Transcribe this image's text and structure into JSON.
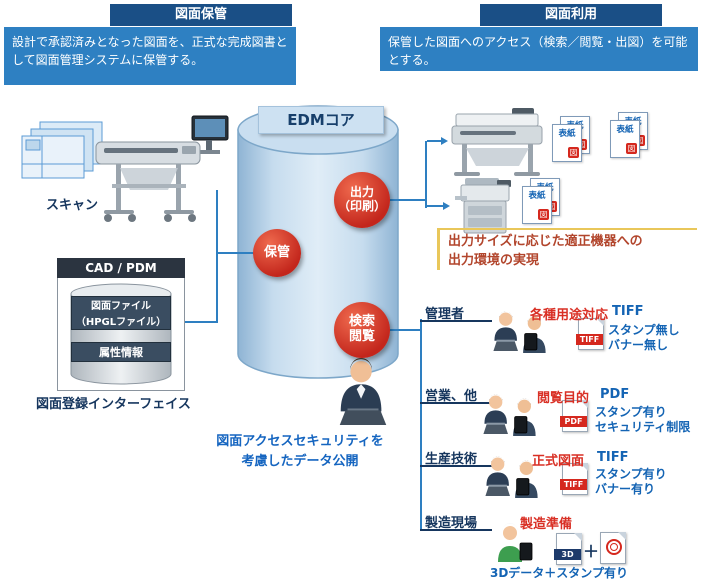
{
  "colors": {
    "header_bg": "#1a4f86",
    "description_bg": "#2e80c2",
    "node_red": "#c3261c",
    "line_blue": "#2e7fc1",
    "text_red": "#d93025",
    "text_blue": "#1464b4",
    "text_navy": "#16365e",
    "note_yellow": "#e9c75a",
    "cylinder_blue": "#c9def0"
  },
  "banners": {
    "storage": {
      "title": "図面保管",
      "description": "設計で承認済みとなった図面を、正式な完成図書として図面管理システムに保管する。"
    },
    "usage": {
      "title": "図面利用",
      "description": "保管した図面へのアクセス（検索／閲覧・出図）を可能とする。"
    }
  },
  "core": {
    "title": "EDMコア",
    "store": "保管",
    "output": "出力\n（印刷）",
    "search": "検索\n閲覧"
  },
  "capture": {
    "scan_label": "スキャン",
    "cad_title": "CAD / PDM",
    "drawing_file": "図面ファイル\n（HPGLファイル）",
    "attributes": "属性情報",
    "register_label": "図面登録インターフェイス"
  },
  "notes": {
    "output_note": "出力サイズに応じた適正機器への\n出力環境の実現",
    "security_note": "図面アクセスセキュリティを\n考慮したデータ公開"
  },
  "documents": {
    "cover": "表紙",
    "stamp": "図"
  },
  "users": [
    {
      "role": "管理者",
      "purpose": "各種用途対応",
      "format": "TIFF",
      "icon": "TIFF",
      "notes": [
        "スタンプ無し",
        "バナー無し"
      ]
    },
    {
      "role": "営業、他",
      "purpose": "閲覧目的",
      "format": "PDF",
      "icon": "PDF",
      "notes": [
        "スタンプ有り",
        "セキュリティ制限"
      ]
    },
    {
      "role": "生産技術",
      "purpose": "正式図面",
      "format": "TIFF",
      "icon": "TIFF",
      "notes": [
        "スタンプ有り",
        "バナー有り"
      ]
    },
    {
      "role": "製造現場",
      "purpose": "製造準備",
      "icon": "3D",
      "plus": "＋",
      "caption": "3Dデータ＋スタンプ有り"
    }
  ]
}
